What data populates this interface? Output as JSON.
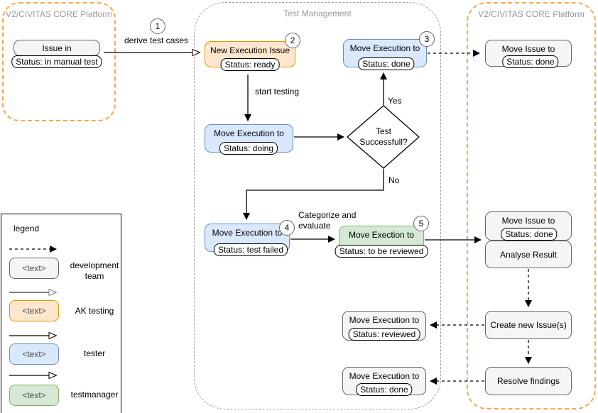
{
  "containers": {
    "left": {
      "title": "V2/CIVITAS CORE Platform"
    },
    "middle": {
      "title": "Test Management"
    },
    "right": {
      "title": "V2/CIVITAS CORE Platform"
    }
  },
  "steps": {
    "s1": "1",
    "s2": "2",
    "s3": "3",
    "s4": "4",
    "s5": "5"
  },
  "nodes": {
    "issue_in": {
      "label": "Issue in",
      "status": "Status: in manual test"
    },
    "new_execution_issue": {
      "label": "New Execution Issue",
      "status": "Status: ready"
    },
    "move_execution_done_top": {
      "label": "Move Execution to",
      "status": "Status: done"
    },
    "move_execution_doing": {
      "label": "Move Execution to",
      "status": "Status: doing"
    },
    "decision": {
      "line1": "Test",
      "line2": "Successfull?"
    },
    "move_execution_test_failed": {
      "label": "Move Execution to",
      "status": "Status: test failed"
    },
    "move_exection_to_be_reviewed": {
      "label": "Move Exection to",
      "status": "Status: to be reviewed"
    },
    "move_issue_done_top": {
      "label": "Move Issue to",
      "status": "Status: done"
    },
    "move_issue_done_mid": {
      "label": "Move Issue to",
      "status": "Status: done"
    },
    "analyse_result": {
      "label": "Analyse Result"
    },
    "create_new_issues": {
      "label": "Create new Issue(s)"
    },
    "resolve_findings": {
      "label": "Resolve findings"
    },
    "move_execution_reviewed": {
      "label": "Move Execution to",
      "status": "Status: reviewed"
    },
    "move_execution_done_bottom": {
      "label": "Move Execution to",
      "status": "Status: done"
    }
  },
  "edge_labels": {
    "derive": "derive test cases",
    "start_testing": "start testing",
    "yes": "Yes",
    "no": "No",
    "categorize_line1": "Categorize and",
    "categorize_line2": "evaluate"
  },
  "legend": {
    "title": "legend",
    "items": [
      {
        "box_text": "<text>",
        "label": "development team",
        "style": "gray",
        "arrow": "dashed black line, filled arrowhead"
      },
      {
        "box_text": "<text>",
        "label": "AK testing",
        "style": "orange",
        "arrow": "solid gray line, hollow arrowhead"
      },
      {
        "box_text": "<text>",
        "label": "tester",
        "style": "blue",
        "arrow": "solid black line, hollow arrowhead"
      },
      {
        "box_text": "<text>",
        "label": "testmanager",
        "style": "green",
        "arrow": "solid black line, hollow arrowhead"
      }
    ]
  },
  "colors": {
    "orange_fill": "#ffe6cc",
    "orange_stroke": "#d79b00",
    "blue_fill": "#dae8fc",
    "blue_stroke": "#6c8ebf",
    "green_fill": "#d5e8d4",
    "green_stroke": "#82b366",
    "gray_fill": "#f5f5f5",
    "gray_stroke": "#666666",
    "container_orange": "#ffa64d",
    "container_gray": "#9e9e9e",
    "container_title_gray": "#999999"
  }
}
